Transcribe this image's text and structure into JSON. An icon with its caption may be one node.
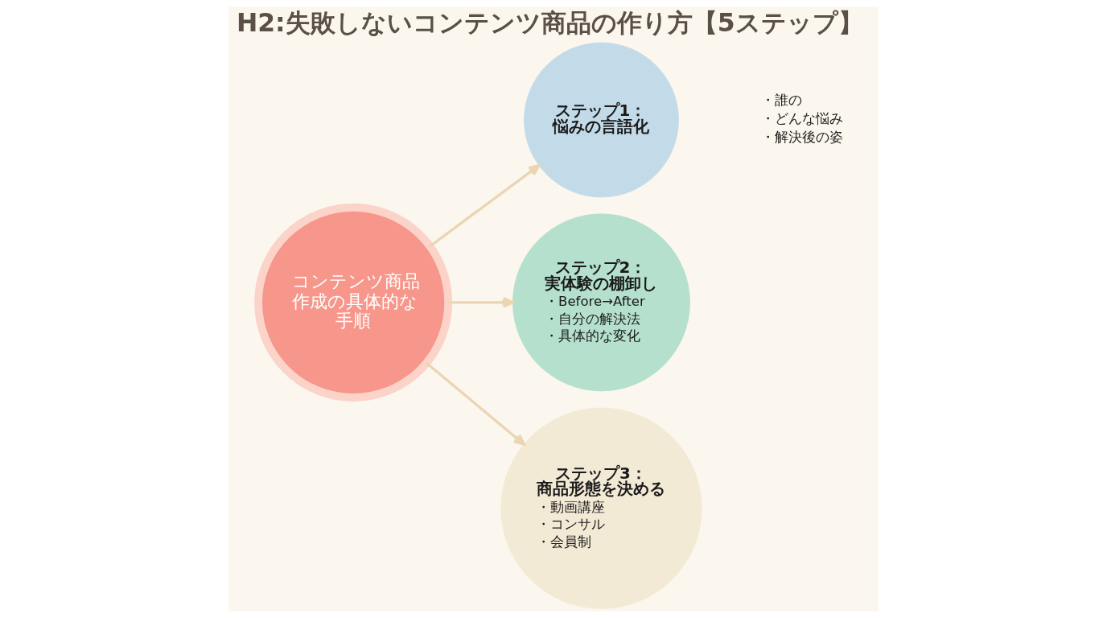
{
  "diagram": {
    "title": "H2:失敗しないコンテンツ商品の作り方【5ステップ】",
    "nodes": [
      {
        "text": [
          "コンテンツ商品作成の具体的な手順"
        ]
      },
      {
        "text": [
          "ステップ1：悩みの言語化"
        ],
        "beside": [
          "・誰の",
          "・どんな悩み",
          "・解決後の姿"
        ]
      },
      {
        "text": [
          "ステップ2：実体験の棚卸し",
          "・Before→After",
          "・自分の解決法",
          "・具体的な変化"
        ]
      },
      {
        "text": [
          "ステップ3：商品形態を決める",
          "・動画講座",
          "・コンサル",
          "・会員制"
        ]
      }
    ],
    "edges": [
      {
        "from": 0,
        "to": 1,
        "arrow": "to"
      },
      {
        "from": 0,
        "to": 2,
        "arrow": "to"
      },
      {
        "from": 0,
        "to": 3,
        "arrow": "to"
      }
    ]
  }
}
